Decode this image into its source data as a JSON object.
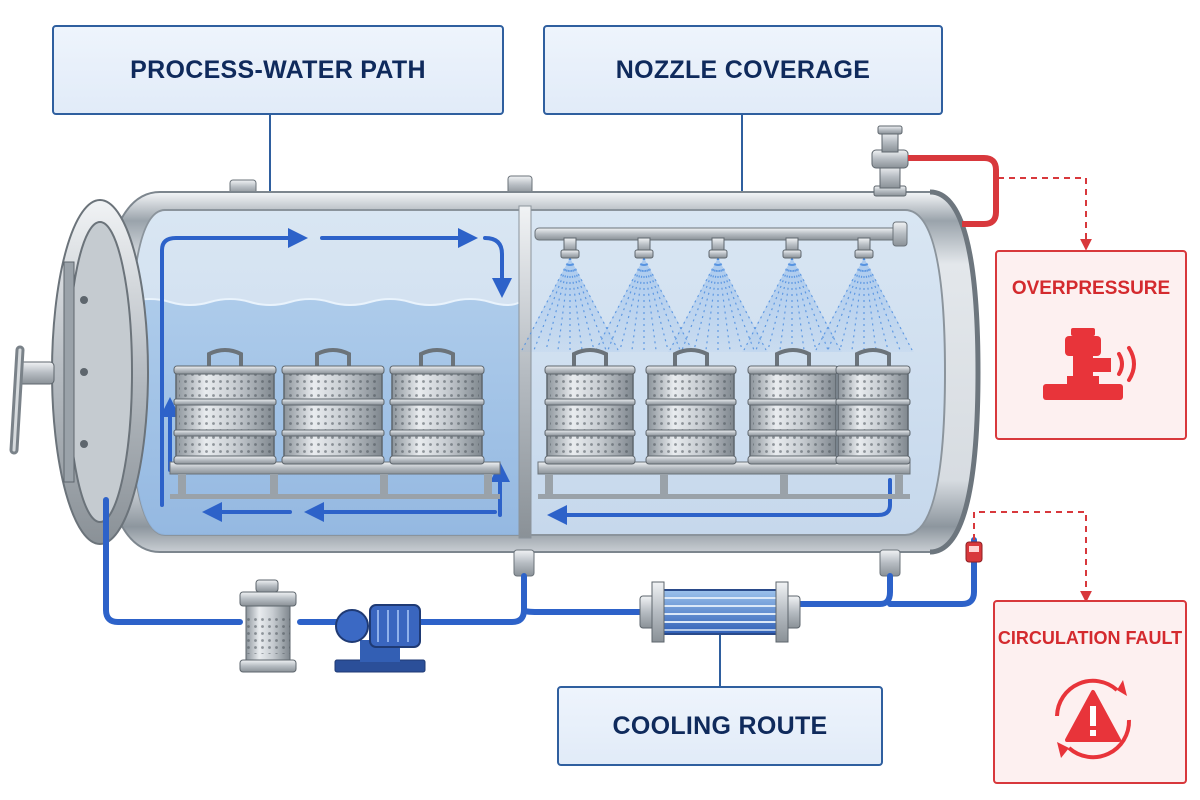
{
  "labels": {
    "process_water_path": "PROCESS-WATER PATH",
    "nozzle_coverage": "NOZZLE COVERAGE",
    "cooling_route": "COOLING ROUTE"
  },
  "alerts": {
    "overpressure": {
      "title": "OVERPRESSURE",
      "icon": "pressure-relief-valve-icon"
    },
    "circulation_fault": {
      "title": "CIRCULATION FAULT",
      "icon": "warning-cycle-icon"
    }
  },
  "colors": {
    "label_border": "#2f5f9f",
    "label_text": "#0f2a5c",
    "water_blue": "#2d62c9",
    "alert_red": "#d8383c"
  }
}
